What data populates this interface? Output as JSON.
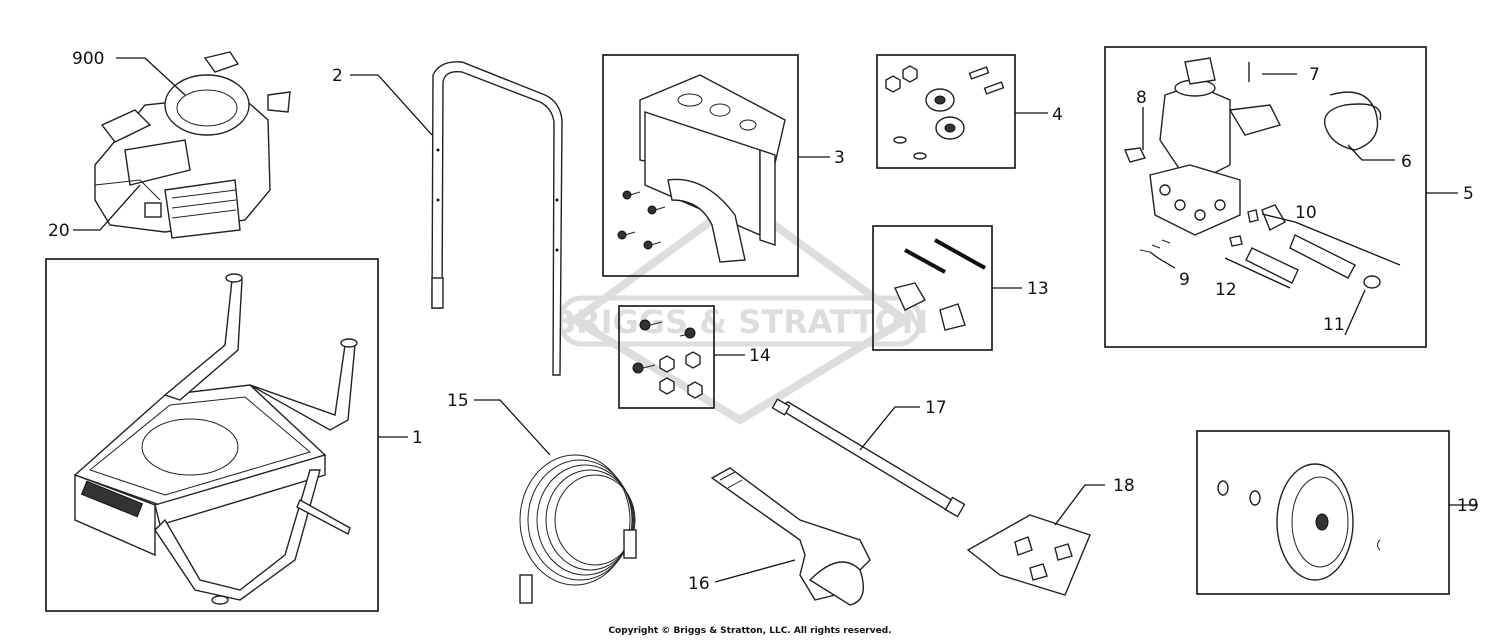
{
  "watermark": {
    "brand": "BRIGGS & STRATTON"
  },
  "callouts": {
    "c900": "900",
    "c20": "20",
    "c1": "1",
    "c2": "2",
    "c3": "3",
    "c4": "4",
    "c5": "5",
    "c6": "6",
    "c7": "7",
    "c8": "8",
    "c9": "9",
    "c10": "10",
    "c11": "11",
    "c12": "12",
    "c13": "13",
    "c14": "14",
    "c15": "15",
    "c16": "16",
    "c17": "17",
    "c18": "18",
    "c19": "19"
  },
  "footer": {
    "copyright": "Copyright © Briggs & Stratton, LLC. All rights reserved."
  }
}
